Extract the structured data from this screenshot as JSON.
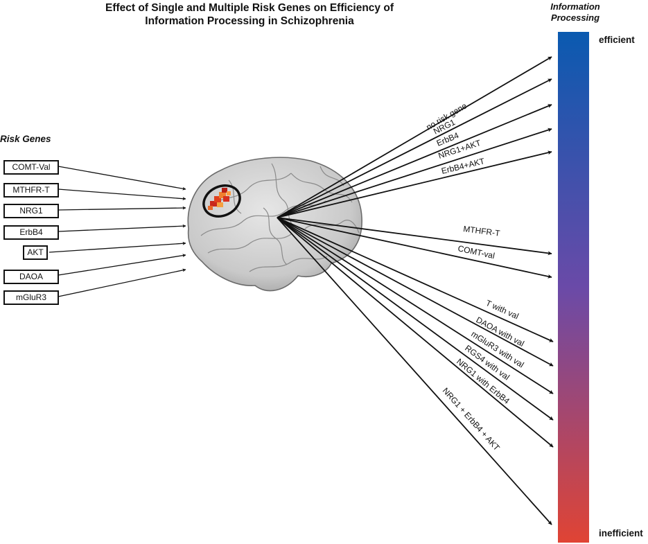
{
  "title_line1": "Effect of Single and Multiple Risk Genes on Efficiency of",
  "title_line2": "Information Processing in Schizophrenia",
  "scale": {
    "heading_line1": "Information",
    "heading_line2": "Processing",
    "top_label": "efficient",
    "bottom_label": "inefficient",
    "top_color": "#0a5ab0",
    "mid_color": "#6a4aa8",
    "bottom_color": "#e04434"
  },
  "risk_genes": {
    "heading": "Risk Genes",
    "items": [
      "COMT-Val",
      "MTHFR-T",
      "NRG1",
      "ErbB4",
      "AKT",
      "DAOA",
      "mGluR3"
    ]
  },
  "outcomes": [
    "no risk gene",
    "NRG1",
    "ErbB4",
    "NRG1+AKT",
    "ErbB4+AKT",
    "MTHFR-T",
    "COMT-val",
    "T with val",
    "DAOA with val",
    "mGluR3 with val",
    "RGS4  with val",
    "NRG1 with ErbB4",
    "NRG1 + ErbB4 + AKT"
  ]
}
